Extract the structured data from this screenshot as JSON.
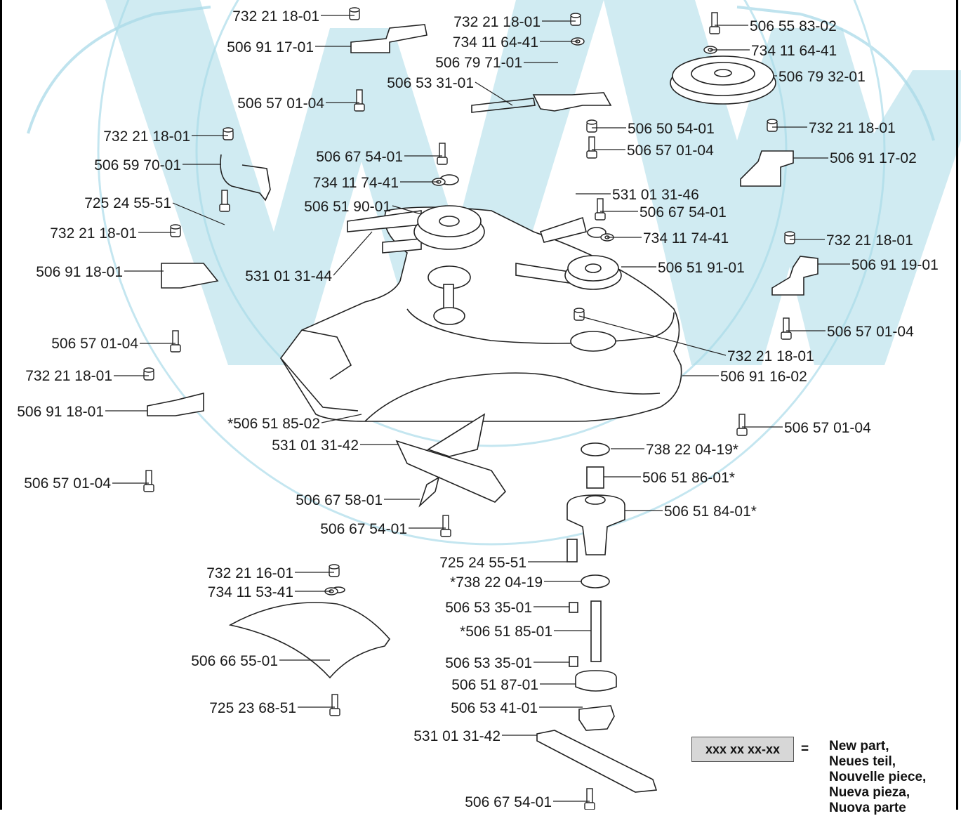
{
  "watermark": {
    "color": "#a9dbe8",
    "opacity": 0.55
  },
  "labels": [
    "732 21 18-01",
    "506 91 17-01",
    "506 57 01-04",
    "732 21 18-01",
    "506 59 70-01",
    "725 24 55-51",
    "732 21 18-01",
    "506 91 18-01",
    "506 57 01-04",
    "732 21 18-01",
    "506 91 18-01",
    "506 57 01-04",
    "732 21 18-01",
    "734 11 64-41",
    "506 79 71-01",
    "506 53 31-01",
    "506 67 54-01",
    "734 11 74-41",
    "506 51 90-01",
    "531 01 31-44",
    "506 55 83-02",
    "734 11 64-41",
    "506 79 32-01",
    "506 50 54-01",
    "506 57 01-04",
    "732 21 18-01",
    "506 91 17-02",
    "531 01 31-46",
    "506 67 54-01",
    "734 11 74-41",
    "506 51 91-01",
    "732 21 18-01",
    "506 91 19-01",
    "506 57 01-04",
    "732 21 18-01",
    "506 91 16-02",
    "*506 51 85-02",
    "506 57 01-04",
    "531 01 31-42",
    "738 22 04-19*",
    "506 51 86-01*",
    "506 67 58-01",
    "506 51 84-01*",
    "506 67 54-01",
    "725 24 55-51",
    "*738 22 04-19",
    "732 21 16-01",
    "734 11 53-41",
    "506 53 35-01",
    "*506 51 85-01",
    "506 66 55-01",
    "506 53 35-01",
    "506 51 87-01",
    "725 23 68-51",
    "506 53 41-01",
    "531 01 31-42",
    "506 67 54-01"
  ],
  "legend": {
    "code": "xxx xx xx-xx",
    "equals": "=",
    "lines": [
      "New part,",
      "Neues teil,",
      "Nouvelle piece,",
      "Nueva pieza,",
      "Nuova parte"
    ]
  }
}
